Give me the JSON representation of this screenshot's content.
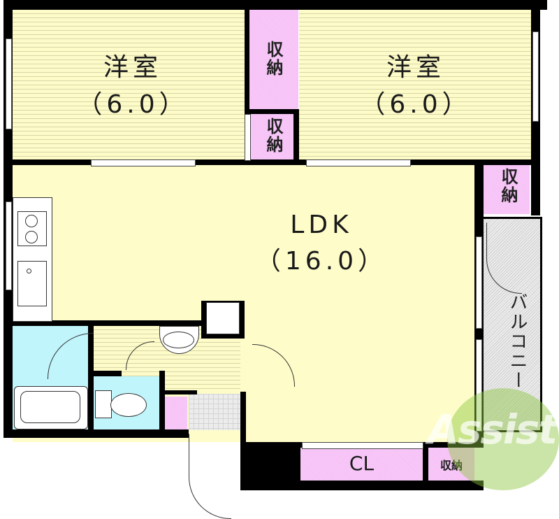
{
  "floorplan": {
    "rooms": {
      "western_room_left": {
        "name": "洋室",
        "size": "（6.0）"
      },
      "western_room_right": {
        "name": "洋室",
        "size": "（6.0）"
      },
      "ldk": {
        "name": "LDK",
        "size": "（16.0）"
      },
      "storage_top_tall": {
        "label": "収納"
      },
      "storage_top_small": {
        "label": "収納"
      },
      "storage_right": {
        "label": "収納"
      },
      "balcony": {
        "label": "バルコニー"
      },
      "closet": {
        "label": "CL"
      },
      "storage_bottom": {
        "label": "収納"
      }
    },
    "watermark": {
      "text": "Assist",
      "color": "#8cc63f"
    },
    "colors": {
      "living": "#fefdc9",
      "storage": "#f8c8f8",
      "wet_area": "#bff5fb",
      "balcony": "#e6e6e6",
      "wall": "#000000"
    }
  }
}
